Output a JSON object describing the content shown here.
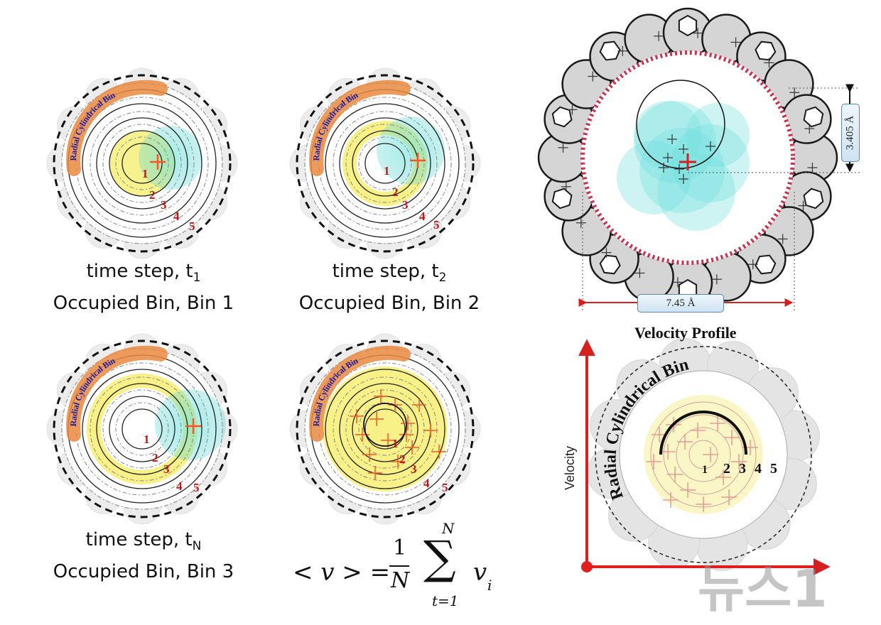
{
  "bin_label": "Radial Cylindrical Bin",
  "bin_numbers": [
    "1",
    "2",
    "3",
    "4",
    "5"
  ],
  "panels": [
    {
      "time_label": "time step, t",
      "time_sub": "1",
      "occupied": "Occupied Bin, Bin 1"
    },
    {
      "time_label": "time step, t",
      "time_sub": "2",
      "occupied": "Occupied Bin, Bin 2"
    },
    {
      "time_label": "time step, t",
      "time_sub": "N",
      "occupied": "Occupied Bin, Bin 3"
    }
  ],
  "formula": {
    "lhs": "< v > =",
    "numerator": "1",
    "denominator": "N",
    "sum_upper": "N",
    "sum_lower": "t=1",
    "term": "v",
    "term_sub": "i"
  },
  "nanotube": {
    "height_label": "3.405 Å",
    "width_label": "7.45 Å"
  },
  "velocity_profile": {
    "title": "Velocity Profile",
    "y_axis_label": "Velocity",
    "bin_label": "Radial Cylindrical Bin"
  },
  "watermark": "뉴스1",
  "colors": {
    "bin_band": "#e9893f",
    "bin_text": "#1a1aa8",
    "bin_number": "#cc1111",
    "cross": "#ff5522",
    "molecule": "#6fe0dc",
    "highlight": "#f7f07a",
    "axis": "#e01e1e",
    "wall": "#bdbdbd",
    "dashed_ring": "#c83250"
  }
}
